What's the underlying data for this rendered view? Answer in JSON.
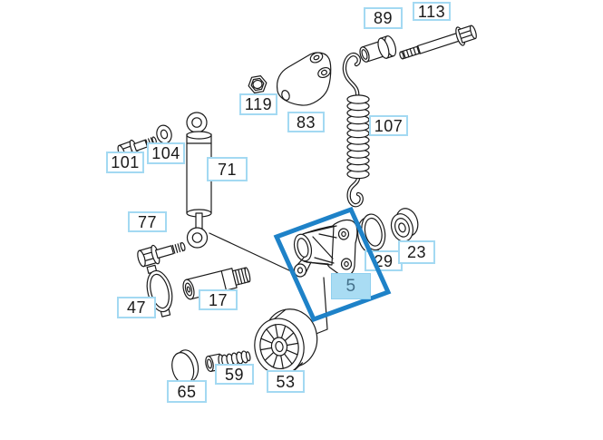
{
  "colors": {
    "line": "#1a1a1a",
    "label-border": "#a3d9f2",
    "label-bg": "#ffffff",
    "label-text": "#1a1a1a",
    "frame-blue": "#1e82c8",
    "selected-bg": "#a9dcf3",
    "selected-border": "#8fd0ef",
    "selected-text": "#44708a",
    "canvas-bg": "#ffffff"
  },
  "labels": [
    {
      "part": "89",
      "text": "89",
      "shape": "sleeve-bushing"
    },
    {
      "part": "113",
      "text": "113",
      "shape": "hex-flange-bolt"
    },
    {
      "part": "119",
      "text": "119",
      "shape": "hex-nut"
    },
    {
      "part": "83",
      "text": "83",
      "shape": "mounting-bracket-plate"
    },
    {
      "part": "107",
      "text": "107",
      "shape": "coil-tension-spring"
    },
    {
      "part": "101",
      "text": "101",
      "shape": "hex-bolt"
    },
    {
      "part": "104",
      "text": "104",
      "shape": "washer"
    },
    {
      "part": "71",
      "text": "71",
      "shape": "damper-shock-absorber"
    },
    {
      "part": "77",
      "text": "77",
      "shape": "hex-bolt-with-washer"
    },
    {
      "part": "47",
      "text": "47",
      "shape": "clamp-band"
    },
    {
      "part": "17",
      "text": "17",
      "shape": "pivot-pin-bolt"
    },
    {
      "part": "29",
      "text": "29",
      "shape": "ring-race"
    },
    {
      "part": "23",
      "text": "23",
      "shape": "roller"
    },
    {
      "part": "65",
      "text": "65",
      "shape": "cap-disc"
    },
    {
      "part": "59",
      "text": "59",
      "shape": "socket-bolt"
    },
    {
      "part": "53",
      "text": "53",
      "shape": "spoked-idler-pulley"
    }
  ],
  "selected_label": {
    "part": "5",
    "text": "5",
    "shape": "tensioner-bracket",
    "highlighted": true
  }
}
